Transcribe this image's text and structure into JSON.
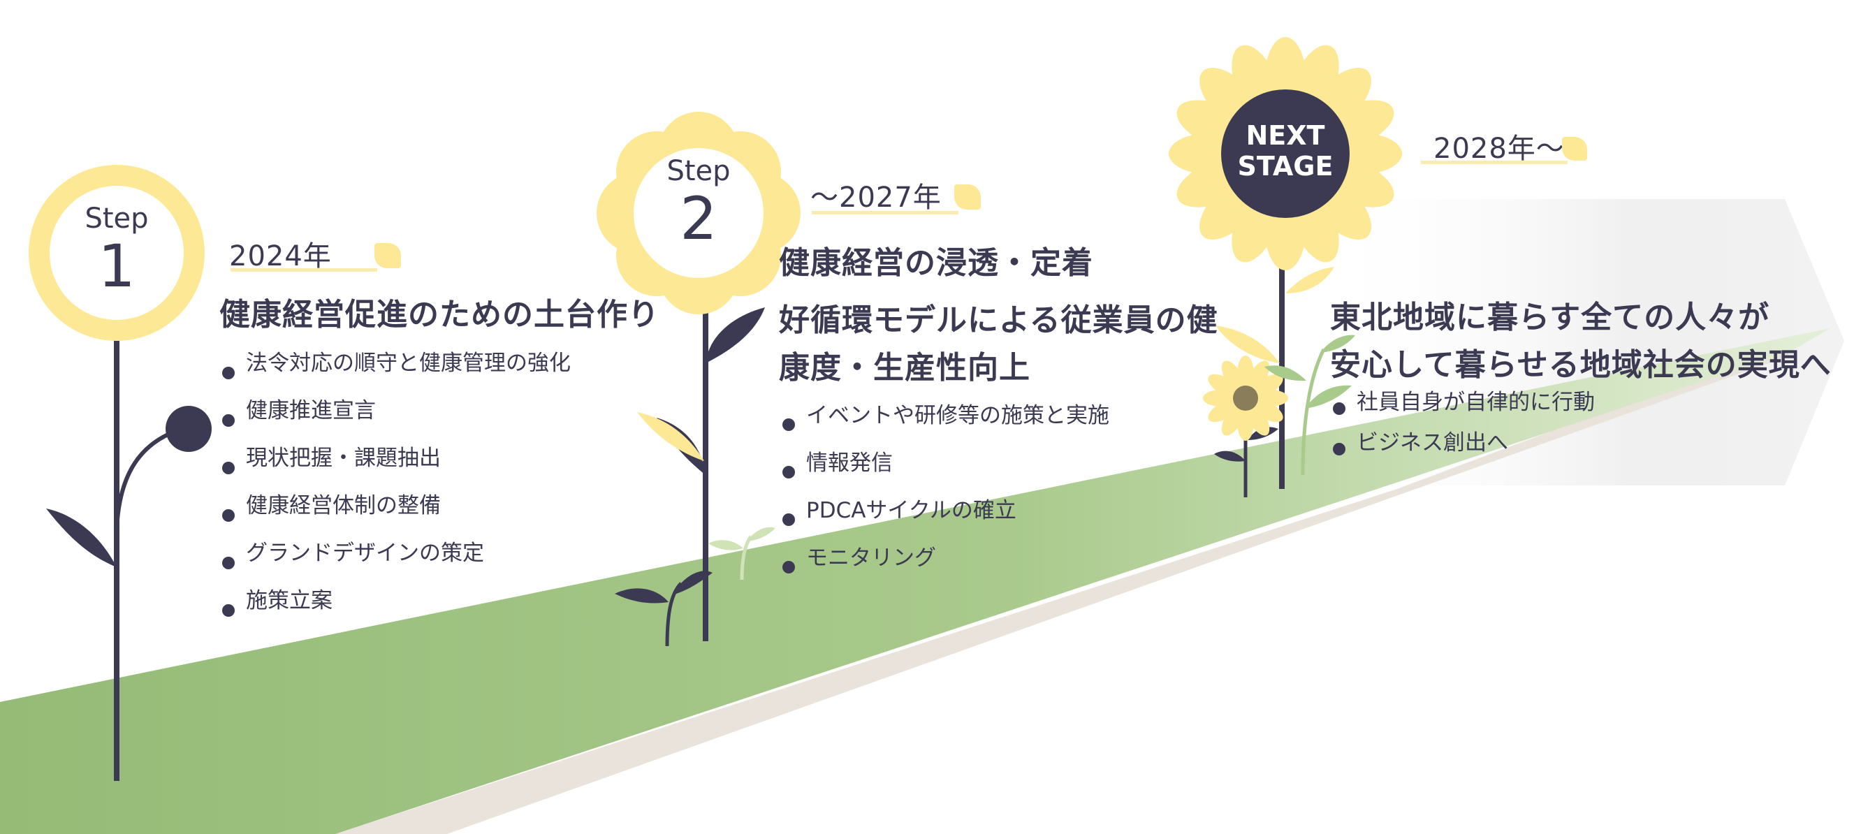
{
  "colors": {
    "petal": "#fde995",
    "stem": "#3b3a52",
    "road": "#9dc07f",
    "road_light": "#d7e7c3",
    "path_edge": "#e9e3dc",
    "highlight": "#fbe98e"
  },
  "icons": {
    "step1": "flower-ring-icon",
    "step2": "flower-scalloped-icon",
    "next": "sunflower-icon"
  },
  "step1": {
    "step_word": "Step",
    "number": "1",
    "year": "2024年",
    "heading": "健康経営促進のための土台作り",
    "items": [
      "法令対応の順守と健康管理の強化",
      "健康推進宣言",
      "現状把握・課題抽出",
      "健康経営体制の整備",
      "グランドデザインの策定",
      "施策立案"
    ]
  },
  "step2": {
    "step_word": "Step",
    "number": "2",
    "year": "〜2027年",
    "heading_1": "健康経営の浸透・定着",
    "heading_2_line1": "好循環モデルによる従業員の健",
    "heading_2_line2": "康度・生産性向上",
    "items": [
      "イベントや研修等の施策と実施",
      "情報発信",
      "PDCAサイクルの確立",
      "モニタリング"
    ]
  },
  "next": {
    "label_line1": "NEXT",
    "label_line2": "STAGE",
    "year": "2028年〜",
    "heading_line1": "東北地域に暮らす全ての人々が",
    "heading_line2": "安心して暮らせる地域社会の実現へ",
    "items": [
      "社員自身が自律的に行動",
      "ビジネス創出へ"
    ]
  }
}
